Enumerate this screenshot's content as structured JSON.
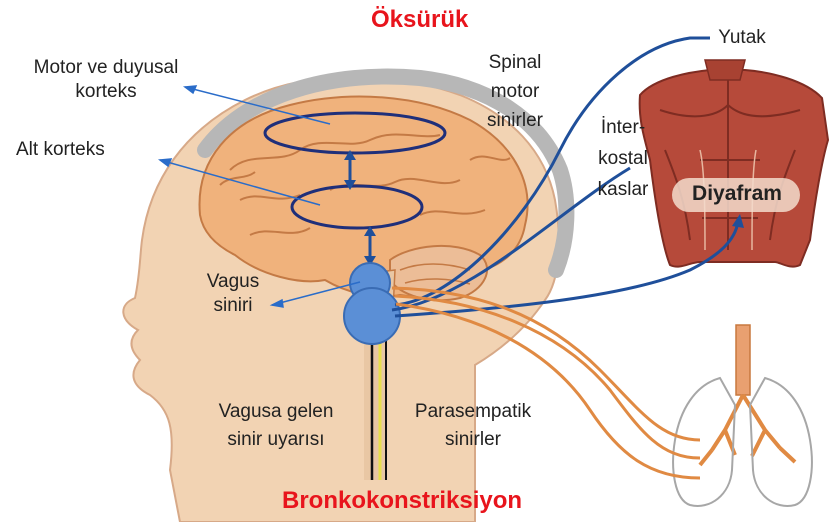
{
  "title_top": "Öksürük",
  "title_bottom": "Bronkokonstriksiyon",
  "labels": {
    "motor_cortex": [
      "Motor ve duyusal",
      "korteks"
    ],
    "subcortex": "Alt korteks",
    "vagus": [
      "Vagus",
      "siniri"
    ],
    "spinal": [
      "Spinal",
      "motor",
      "sinirler"
    ],
    "intercostal": [
      "İnter-",
      "kostal",
      "kaslar"
    ],
    "yutak": "Yutak",
    "diyafram": "Diyafram",
    "vagal_input": [
      "Vagusa gelen",
      "sinir uyarısı"
    ],
    "parasympathetic": [
      "Parasempatik",
      "sinirler"
    ]
  },
  "colors": {
    "title": "#e8141c",
    "skin": "#f2d3b3",
    "brain": "#f0b27c",
    "brain_line": "#c47a45",
    "skull": "#b7b7b7",
    "nerve_blue": "#1f4f9a",
    "nerve_orange": "#e08a43",
    "nucleus": "#5b8fd6",
    "muscle": "#b64a3a",
    "lung_line": "#a7a7a7"
  },
  "icons": [
    "head-silhouette",
    "brain",
    "torso-muscles",
    "lungs"
  ]
}
